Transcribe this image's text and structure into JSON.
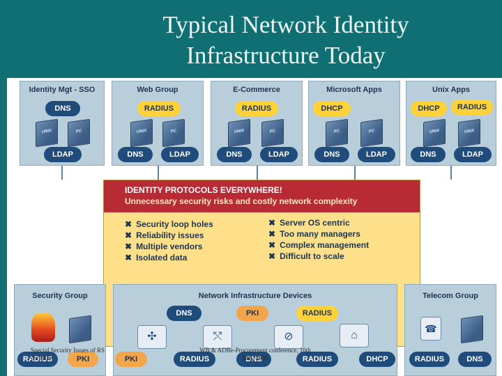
{
  "slide": {
    "title_line1": "Typical Network Identity",
    "title_line2": "Infrastructure Today"
  },
  "groups": {
    "identity_sso": {
      "title": "Identity Mgt - SSO",
      "dns": "DNS",
      "unix": "UNIX",
      "pc": "PC",
      "ldap": "LDAP"
    },
    "web_group": {
      "title": "Web Group",
      "radius": "RADIUS",
      "unix": "UNIX",
      "pc": "PC",
      "dns": "DNS",
      "ldap": "LDAP"
    },
    "ecommerce": {
      "title": "E-Commerce",
      "radius": "RADIUS",
      "unix": "UNIX",
      "pc": "PC",
      "dns": "DNS",
      "ldap": "LDAP"
    },
    "microsoft_apps": {
      "title": "Microsoft Apps",
      "dhcp": "DHCP",
      "pc1": "PC",
      "pc2": "PC",
      "dns": "DNS",
      "ldap": "LDAP"
    },
    "unix_apps": {
      "title": "Unix Apps",
      "dhcp": "DHCP",
      "radius": "RADIUS",
      "unix1": "UNIX",
      "unix2": "UNIX",
      "dns": "DNS",
      "ldap": "LDAP"
    },
    "security_group": {
      "title": "Security Group",
      "radius": "RADIUS",
      "pki": "PKI"
    },
    "network_infra": {
      "title": "Network Infrastructure Devices",
      "dns": "DNS",
      "pki_top": "PKI",
      "radius_top": "RADIUS",
      "pki": "PKI",
      "radius1": "RADIUS",
      "dns_bottom": "DNS",
      "radius2": "RADIUS",
      "dhcp": "DHCP"
    },
    "telecom_group": {
      "title": "Telecom Group",
      "radius": "RADIUS",
      "dns": "DNS"
    }
  },
  "callout": {
    "heading1": "IDENTITY PROTOCOLS EVERYWHERE!",
    "heading2": "Unnecessary security risks and costly network complexity",
    "left_items": [
      "Security loop holes",
      "Reliability issues",
      "Multiple vendors",
      "Isolated data"
    ],
    "right_items": [
      "Server OS centric",
      "Too many managers",
      "Complex management",
      "Difficult to scale"
    ]
  },
  "footer": {
    "left_line1": "Special Security Issues  of  RS",
    "left_line2": "05/2006",
    "center_line1": "WB & ADBe-Procurement  conference, 10th",
    "center_line2": "May 2006"
  },
  "colors": {
    "background": "#0f6f73",
    "group_panel": "#b9cedb",
    "callout_header": "#b82b35",
    "callout_body": "#ffe08a",
    "oval_dark": "#1f4c7a",
    "oval_yellow": "#ffd23a"
  },
  "icons": [
    "server-icon",
    "firewall-icon",
    "router-icon",
    "switch-icon",
    "wireless-router-icon",
    "phone-icon",
    "x-mark-icon"
  ]
}
